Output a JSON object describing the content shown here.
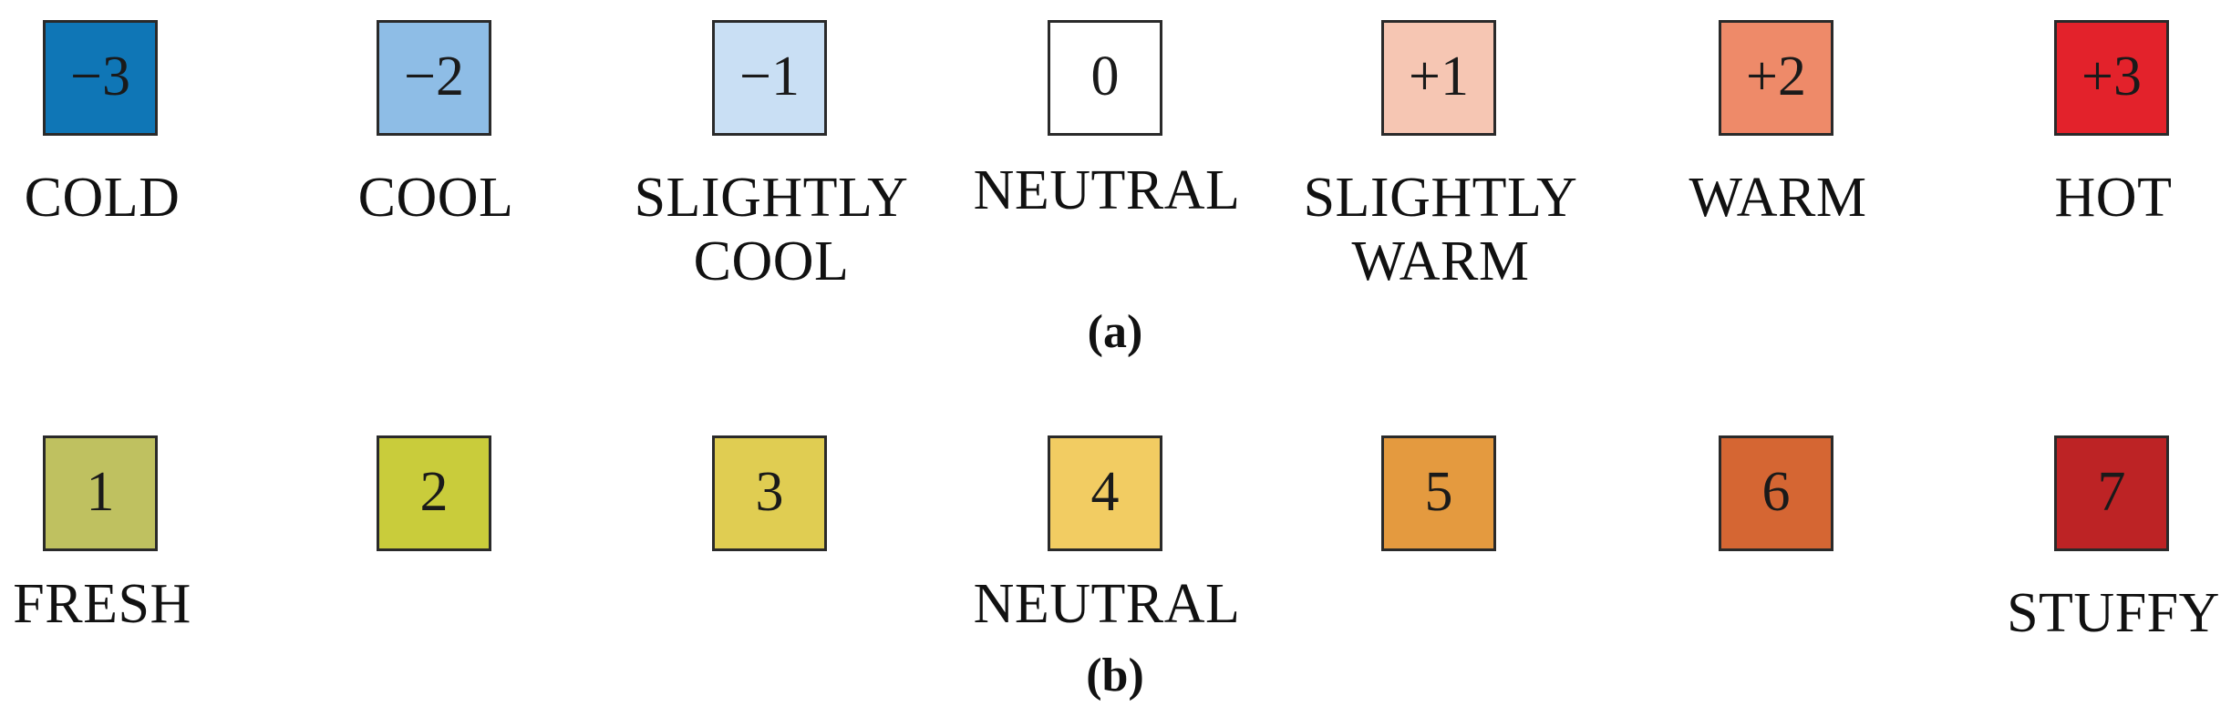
{
  "scale_a": {
    "caption": "(a)",
    "items": [
      {
        "value": "−3",
        "label_lines": [
          "COLD"
        ],
        "color": "#0f76b6"
      },
      {
        "value": "−2",
        "label_lines": [
          "COOL"
        ],
        "color": "#8ebde6"
      },
      {
        "value": "−1",
        "label_lines": [
          "SLIGHTLY",
          "COOL"
        ],
        "color": "#c9dff4"
      },
      {
        "value": "0",
        "label_lines": [
          "NEUTRAL"
        ],
        "color": "#ffffff"
      },
      {
        "value": "+1",
        "label_lines": [
          "SLIGHTLY",
          "WARM"
        ],
        "color": "#f6c6b3"
      },
      {
        "value": "+2",
        "label_lines": [
          "WARM"
        ],
        "color": "#ee8a69"
      },
      {
        "value": "+3",
        "label_lines": [
          "HOT"
        ],
        "color": "#e3222b"
      }
    ]
  },
  "scale_b": {
    "caption": "(b)",
    "items": [
      {
        "value": "1",
        "label_lines": [
          "FRESH"
        ],
        "color": "#bfc160"
      },
      {
        "value": "2",
        "label_lines": [],
        "color": "#c9cc3b"
      },
      {
        "value": "3",
        "label_lines": [],
        "color": "#e0cd52"
      },
      {
        "value": "4",
        "label_lines": [
          "NEUTRAL"
        ],
        "color": "#f2cc62"
      },
      {
        "value": "5",
        "label_lines": [],
        "color": "#e49a3f"
      },
      {
        "value": "6",
        "label_lines": [],
        "color": "#d56633"
      },
      {
        "value": "7",
        "label_lines": [
          "STUFFY"
        ],
        "color": "#bd2325"
      }
    ]
  }
}
